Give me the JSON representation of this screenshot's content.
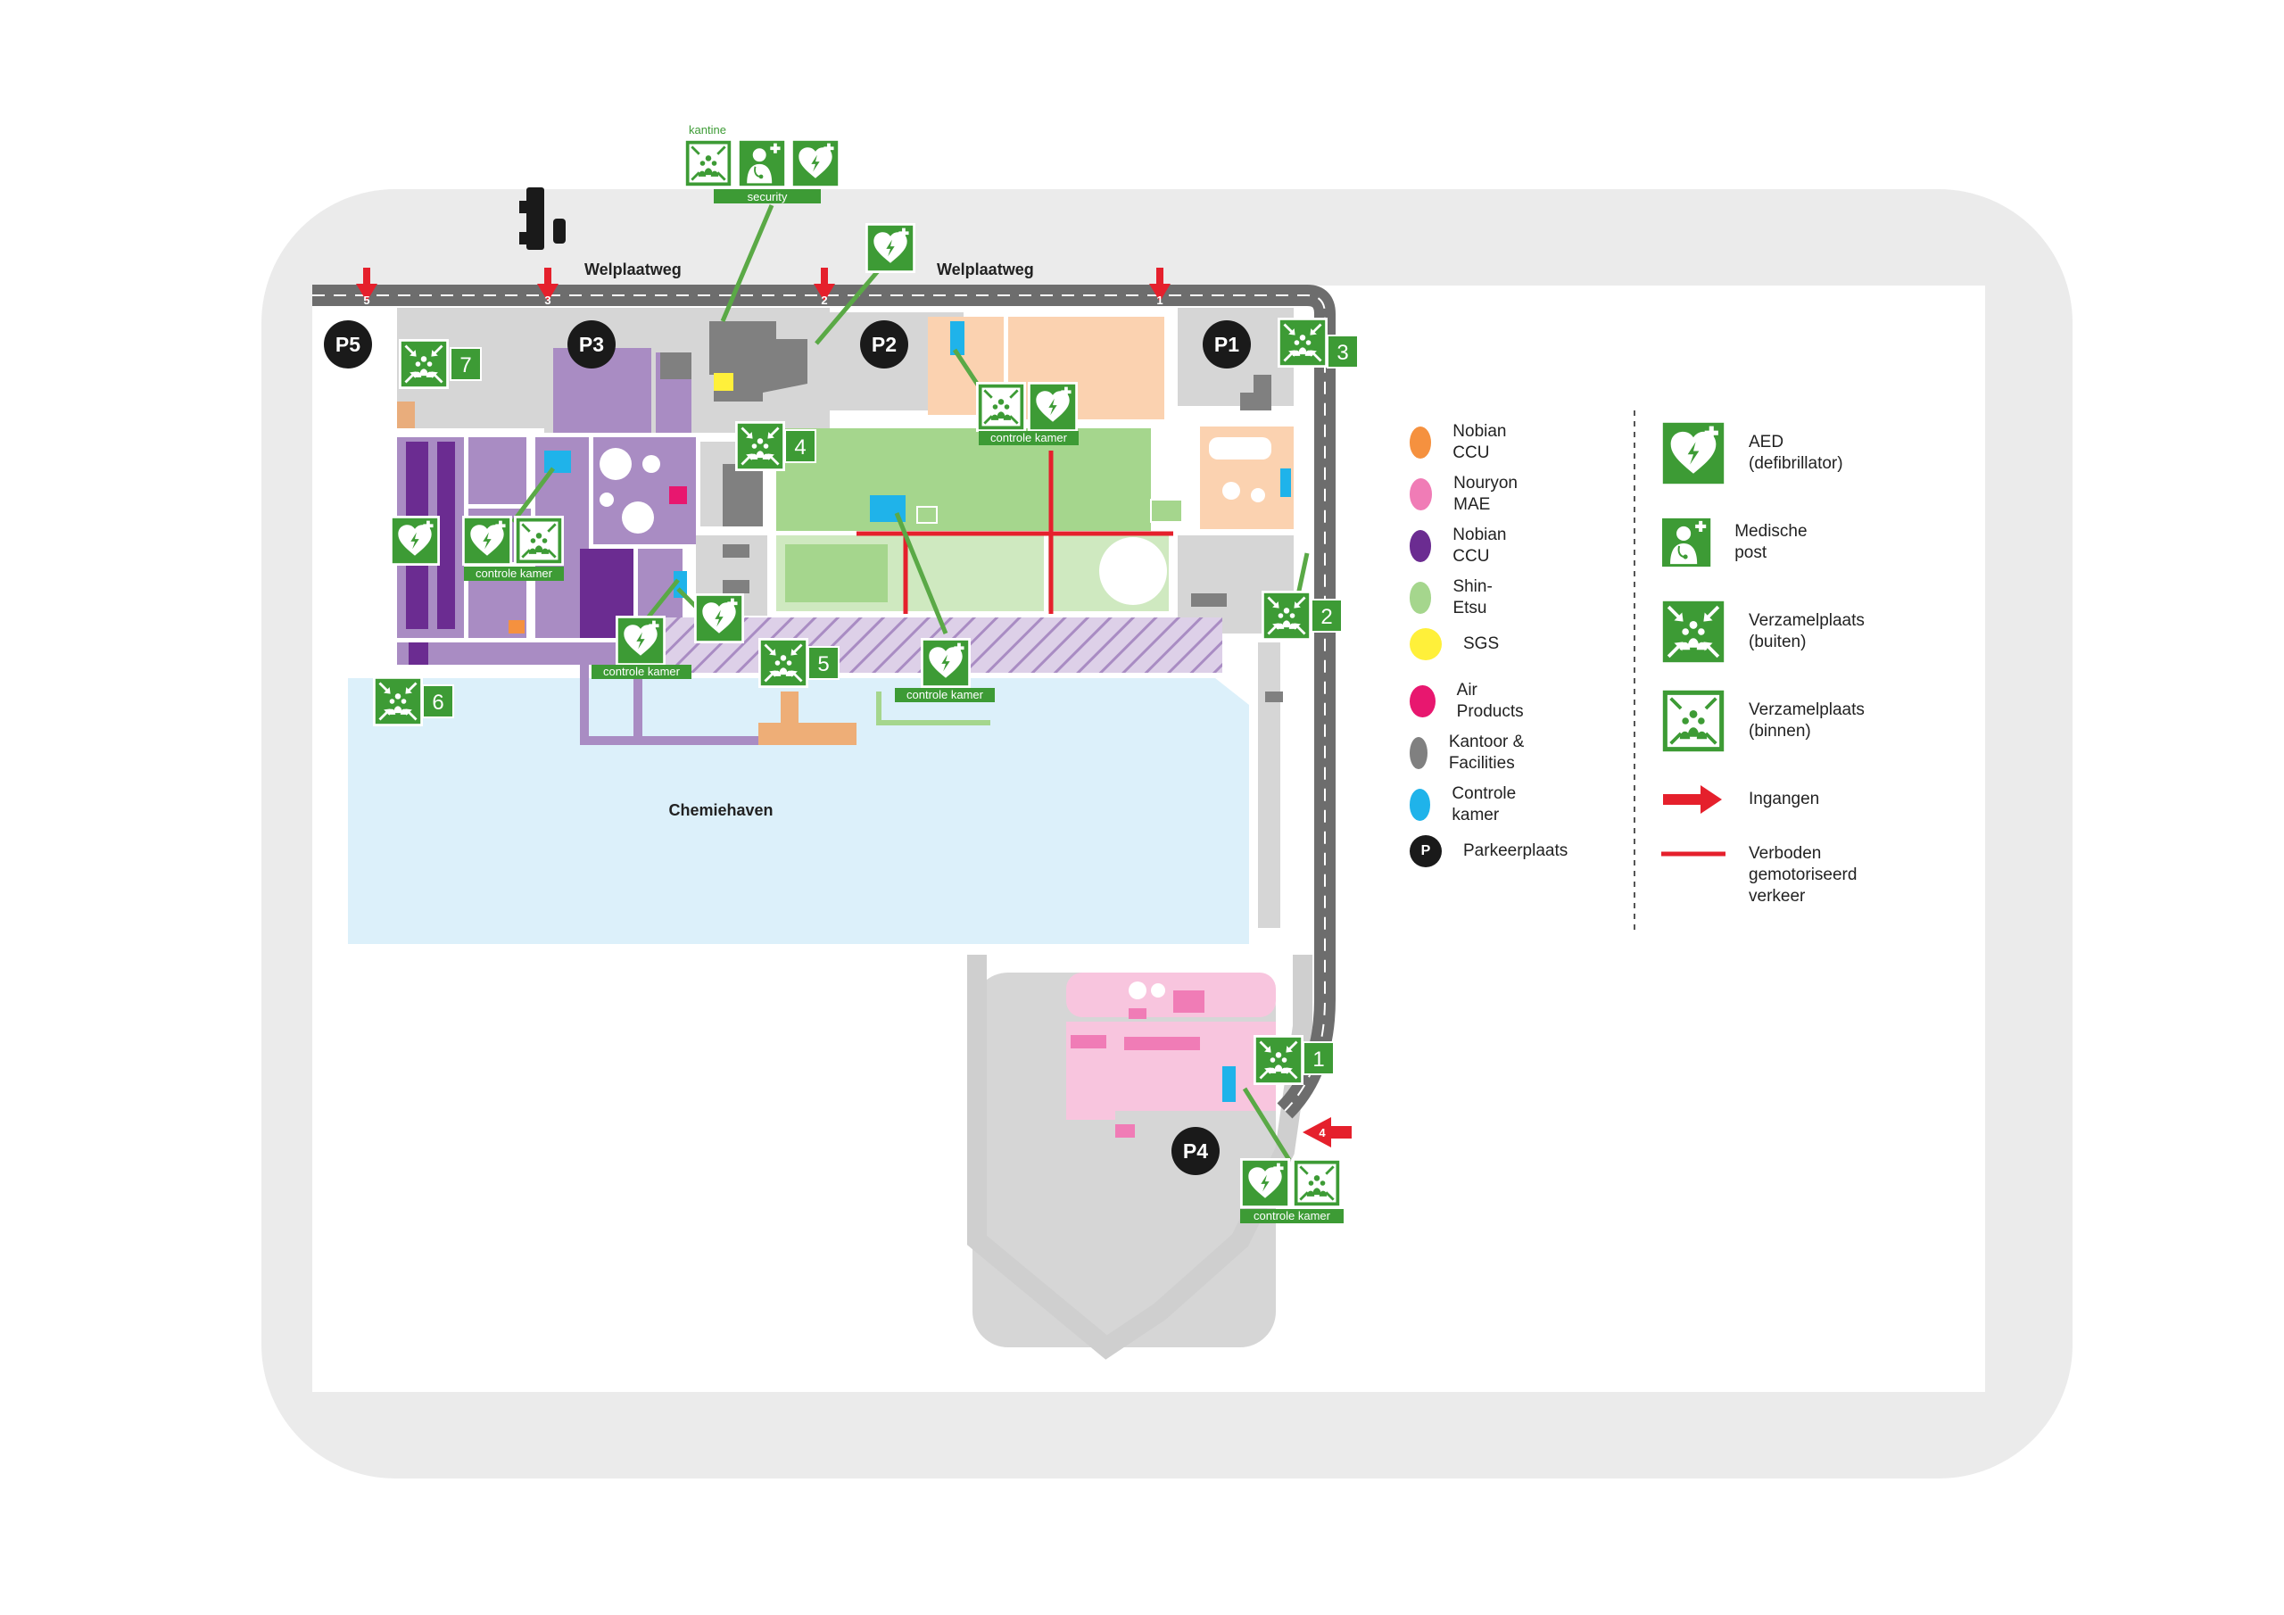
{
  "map": {
    "roads": {
      "top_road": "Welplaatweg"
    },
    "water": {
      "name": "Chemiehaven"
    },
    "parking": [
      {
        "label": "P1"
      },
      {
        "label": "P2"
      },
      {
        "label": "P3"
      },
      {
        "label": "P4"
      },
      {
        "label": "P5"
      }
    ],
    "entrances": [
      {
        "number": "1"
      },
      {
        "number": "2"
      },
      {
        "number": "3"
      },
      {
        "number": "4"
      },
      {
        "number": "5"
      }
    ],
    "assembly_numbers": [
      "1",
      "2",
      "3",
      "4",
      "5",
      "6",
      "7"
    ],
    "icon_captions": {
      "kantine": "kantine",
      "security": "security",
      "controle_kamer": "controle kamer"
    }
  },
  "legend": {
    "companies": [
      {
        "label": "Nobian CCU",
        "color": "#f5913f"
      },
      {
        "label": "Nouryon MAE",
        "color": "#f07cb6"
      },
      {
        "label": "Nobian CCU",
        "color": "#6b2c91"
      },
      {
        "label": "Shin-Etsu",
        "color": "#a5d68d"
      },
      {
        "label": "SGS",
        "color": "#fff03a"
      },
      {
        "label": "Air Products",
        "color": "#e8176f"
      },
      {
        "label": "Kantoor & Facilities",
        "color": "#808080"
      },
      {
        "label": "Controle kamer",
        "color": "#1fb3ea"
      },
      {
        "label": "Parkeerplaats",
        "color": "#1a1a1a",
        "symbol": "P"
      }
    ],
    "symbols": [
      {
        "label": "AED\n(defibrillator)",
        "icon": "aed-icon"
      },
      {
        "label": "Medische post",
        "icon": "medical-post-icon"
      },
      {
        "label": "Verzamelplaats\n(buiten)",
        "icon": "assembly-outside-icon"
      },
      {
        "label": "Verzamelplaats\n(binnen)",
        "icon": "assembly-inside-icon"
      },
      {
        "label": "Ingangen",
        "icon": "entrance-arrow-icon"
      },
      {
        "label": "Verboden\ngemotoriseerd\nverkeer",
        "icon": "no-motor-traffic-line-icon"
      }
    ]
  },
  "colors": {
    "frame": "#ebebeb",
    "road": "#6d6d6d",
    "green_sign": "#3d9b35",
    "red": "#e5202c",
    "water": "#dcf0fa"
  }
}
